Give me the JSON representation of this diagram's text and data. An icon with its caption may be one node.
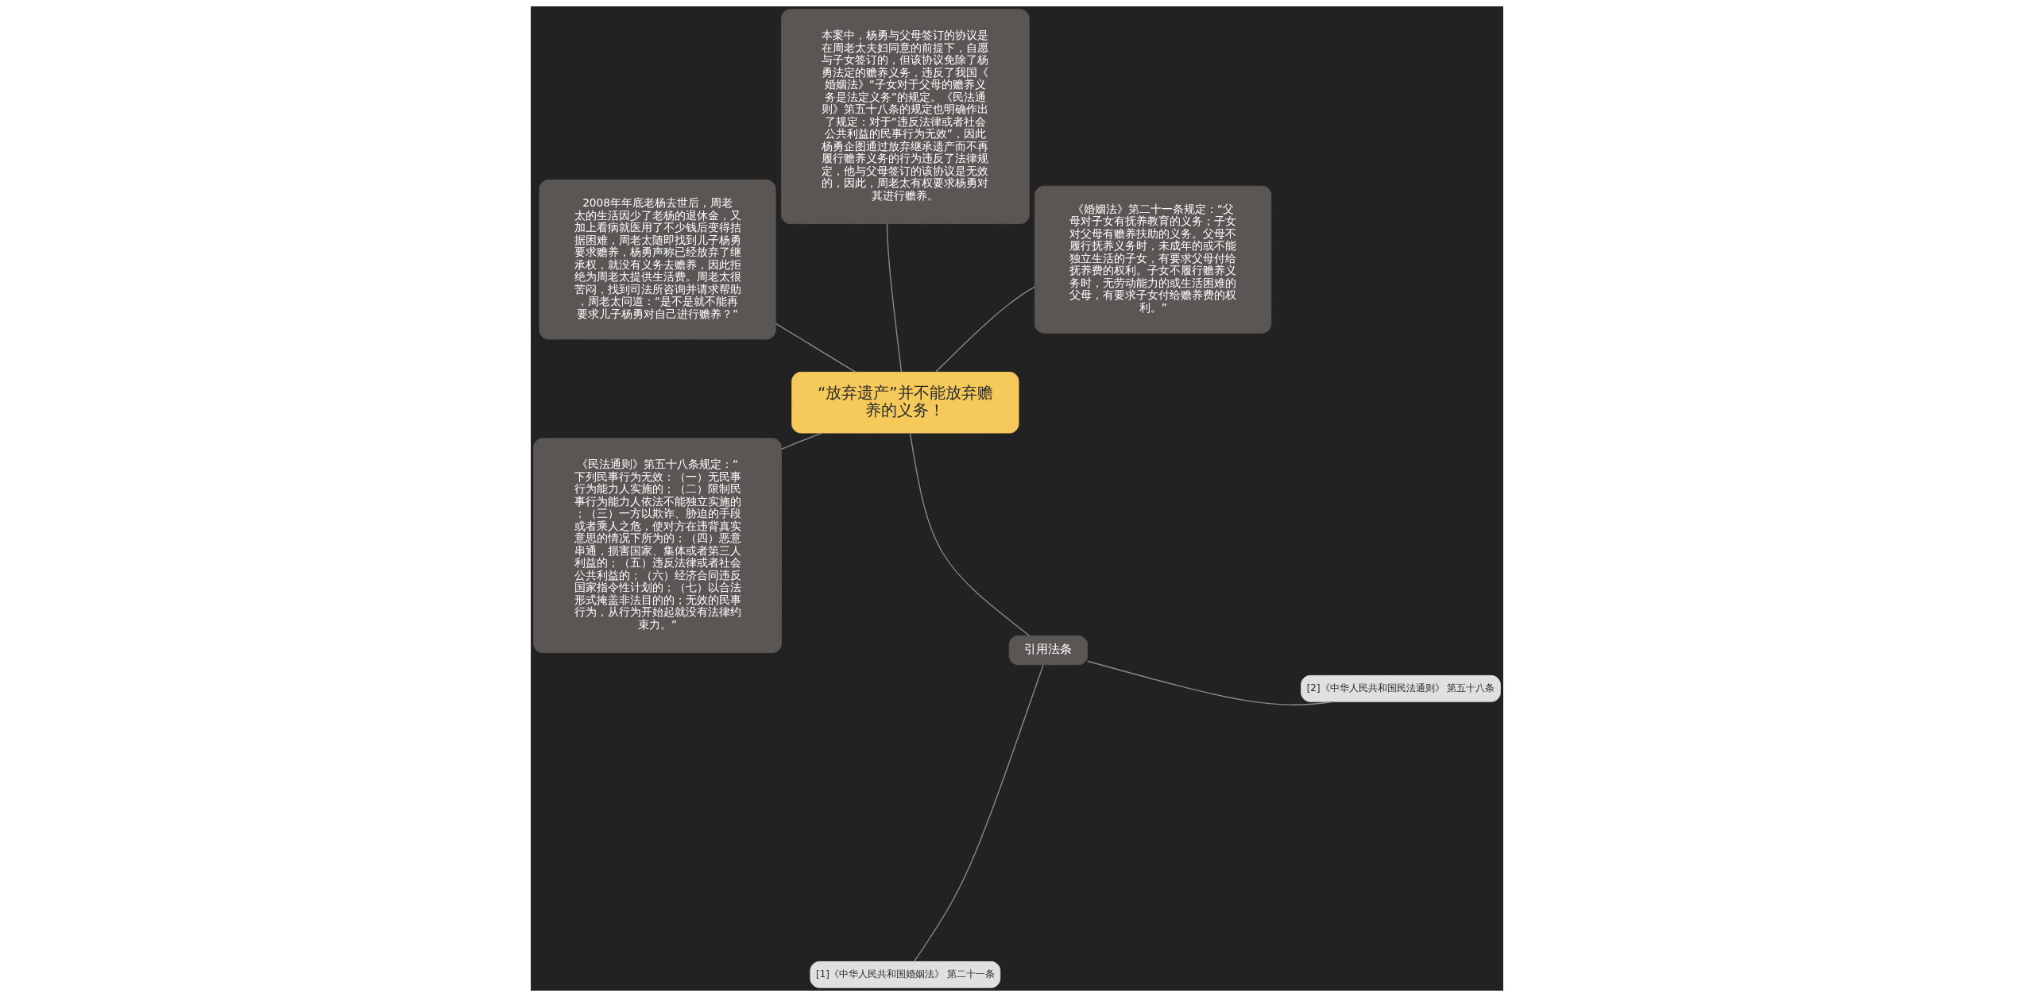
{
  "diagram": {
    "nodes": [
      {
        "text": [
          "“放弃遗产”并不能放弃赡养的义务！"
        ]
      },
      {
        "text": [
          "《婚姻法》第二十一条规定：“父母对子女有抚养教育的义务；子女对父母有赡养扶助的义务。父母不履行抚养义务时，未成年的或不能独立生活的子女，有要求父母付给抚养费的权利。子女不履行赡养义务时，无劳动能力的或生活困难的父母，有要求子女付给赡养费的权利。”"
        ]
      },
      {
        "text": [
          "本案中，杨勇与父母签订的协议是在周老太夫妇同意的前提下，自愿与子女签订的，但该协议免除了杨勇法定的赡养义务，违反了我国《婚姻法》“子女对于父母的赡养义务是法定义务”的规定。《民法通则》第五十八条的规定也明确作出了规定：对于“违反法律或者社会公共利益的民事行为无效”，因此杨勇企图通过放弃继承遗产而不再履行赡养义务的行为违反了法律规定，他与父母签订的该协议是无效的，因此，周老太有权要求杨勇对其进行赡养。"
        ]
      },
      {
        "text": [
          "2008年年底老杨去世后，周老太的生活因少了老杨的退休金，又加上看病就医用了不少钱后变得拮据困难，周老太随即找到儿子杨勇要求赡养，杨勇声称已经放弃了继承权，就没有义务去赡养，因此拒绝为周老太提供生活费。周老太很苦闷，找到司法所咨询并请求帮助，周老太问道：“是不是就不能再要求儿子杨勇对自己进行赡养？”"
        ]
      },
      {
        "text": [
          "《民法通则》第五十八条规定：“下列民事行为无效：（一）无民事行为能力人实施的；（二）限制民事行为能力人依法不能独立实施的；（三）一方以欺诈、胁迫的手段或者乘人之危，使对方在违背真实意思的情况下所为的；（四）恶意串通，损害国家、集体或者第三人利益的；（五）违反法律或者社会公共利益的；（六）经济合同违反国家指令性计划的；（七）以合法形式掩盖非法目的的；无效的民事行为，从行为开始起就没有法律约束力。”"
        ]
      },
      {
        "text": [
          "引用法条"
        ]
      },
      {
        "text": [
          "[1]《中华人民共和国婚姻法》 第二十一条"
        ]
      },
      {
        "text": [
          "[2]《中华人民共和国民法通则》 第五十八条"
        ]
      }
    ],
    "edges": [
      {
        "from": 0,
        "to": 1,
        "arrow": "none"
      },
      {
        "from": 0,
        "to": 2,
        "arrow": "none"
      },
      {
        "from": 0,
        "to": 3,
        "arrow": "none"
      },
      {
        "from": 0,
        "to": 4,
        "arrow": "none"
      },
      {
        "from": 0,
        "to": 5,
        "arrow": "none"
      },
      {
        "from": 5,
        "to": 6,
        "arrow": "none"
      },
      {
        "from": 5,
        "to": 7,
        "arrow": "none"
      }
    ]
  }
}
